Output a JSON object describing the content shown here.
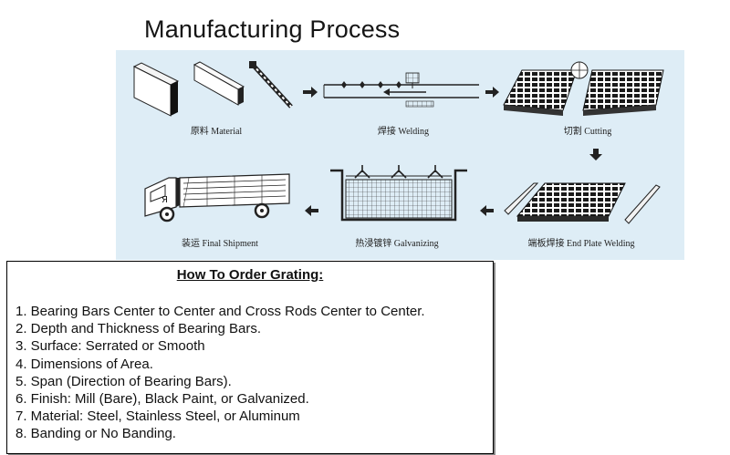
{
  "page_title": "Manufacturing Process",
  "steps": {
    "material": "原料 Material",
    "welding": "焊接 Welding",
    "cutting": "切割 Cutting",
    "end_plate_welding": "端板焊接 End Plate Welding",
    "galvanizing": "热浸镀锌 Galvanizing",
    "final_shipment": "装运 Final Shipment"
  },
  "order": {
    "title": "How To Order Grating:",
    "items": [
      "1. Bearing Bars Center to Center and Cross Rods Center to Center.",
      "2. Depth and Thickness of Bearing Bars.",
      "3. Surface: Serrated or Smooth",
      "4. Dimensions of Area.",
      "5. Span (Direction of Bearing Bars).",
      "6. Finish: Mill (Bare), Black Paint, or Galvanized.",
      "7. Material: Steel, Stainless Steel, or Aluminum",
      "8. Banding or No Banding."
    ]
  },
  "colors": {
    "panel_background": "#deedf6",
    "grating_dark": "#1a1a1a"
  },
  "icons": [
    "arrow-right-icon",
    "arrow-down-icon",
    "arrow-left-icon",
    "truck-icon",
    "saw-blade-icon",
    "galvanizing-tank-icon"
  ]
}
